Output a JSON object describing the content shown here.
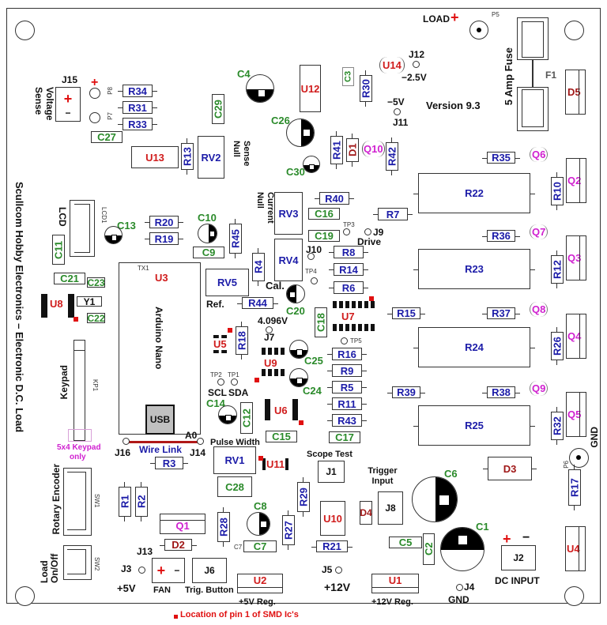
{
  "board": {
    "title_vertical": "Scullcom Hobby Electronics  –  Electronic D.C. Load",
    "version": "Version 9.3",
    "footer_note": "Location of pin 1 of SMD Ic's",
    "colors": {
      "resistor": "#1c1ca8",
      "capacitor": "#2a8a2a",
      "ic": "#d01c1c",
      "transistor": "#d020d0",
      "diode": "#a01818",
      "pin1_marker": "#e01010"
    }
  },
  "labels": {
    "load_plus": "LOAD",
    "plus": "+",
    "minus": "−",
    "p5": "P5",
    "p6": "P6",
    "p7": "P7",
    "p8": "P8",
    "f1": "F1",
    "fuse": "5 Amp Fuse",
    "j12": "J12",
    "v_neg25": "−2.5V",
    "v_neg5": "−5V",
    "j11": "J11",
    "j15": "J15",
    "voltage_sense": "Voltage Sense",
    "sense_null": "Sense Null",
    "current_null": "Current Null",
    "lcd": "LCD",
    "lcd1": "LCD1",
    "tx1": "TX1",
    "arduino": "Arduino Nano",
    "usb": "USB",
    "a0": "A0",
    "j16": "J16",
    "j14": "J14",
    "wire_link": "Wire Link",
    "keypad": "Keypad",
    "kp1": "KP1",
    "keypad_note1": "5x4 Keypad",
    "keypad_note2": "only",
    "rotary": "Rotary Encoder",
    "sw1": "SW1",
    "load_onoff": "Load On/Off",
    "sw2": "SW2",
    "ref": "Ref.",
    "cal": "Cal.",
    "v4096": "4.096V",
    "j7": "J7",
    "tp1": "TP1",
    "tp2": "TP2",
    "tp3": "TP3",
    "tp4": "TP4",
    "tp5": "TP5",
    "scl": "SCL",
    "sda": "SDA",
    "j9": "J9",
    "drive": "Drive",
    "j10": "J10",
    "pulse_width": "Pulse Width",
    "scope_test": "Scope Test",
    "j1": "J1",
    "trigger_input": "Trigger Input",
    "j8": "J8",
    "j13": "J13",
    "j3": "J3",
    "v5": "+5V",
    "fan": "FAN",
    "j6": "J6",
    "trig_button": "Trig. Button",
    "reg5": "+5V Reg.",
    "j5": "J5",
    "v12": "+12V",
    "reg12": "+12V Reg.",
    "j4": "J4",
    "gnd": "GND",
    "j2": "J2",
    "dc_input": "DC  INPUT",
    "c7_small": "C7"
  },
  "resistors": {
    "R34": "R34",
    "R31": "R31",
    "R33": "R33",
    "R13": "R13",
    "R30": "R30",
    "R41": "R41",
    "R42": "R42",
    "R35": "R35",
    "R10": "R10",
    "R20": "R20",
    "R19": "R19",
    "R45": "R45",
    "R4": "R4",
    "R40": "R40",
    "R7": "R7",
    "R8": "R8",
    "R14": "R14",
    "R6": "R6",
    "R44": "R44",
    "R22": "R22",
    "R36": "R36",
    "R23": "R23",
    "R12": "R12",
    "R15": "R15",
    "R37": "R37",
    "R24": "R24",
    "R26": "R26",
    "R18": "R18",
    "R16": "R16",
    "R9": "R9",
    "R5": "R5",
    "R11": "R11",
    "R43": "R43",
    "R39": "R39",
    "R38": "R38",
    "R25": "R25",
    "R32": "R32",
    "R3": "R3",
    "R17": "R17",
    "R1": "R1",
    "R2": "R2",
    "R28": "R28",
    "R27": "R27",
    "R29": "R29",
    "R21": "R21"
  },
  "pots": {
    "RV1": "RV1",
    "RV2": "RV2",
    "RV3": "RV3",
    "RV4": "RV4",
    "RV5": "RV5"
  },
  "capacitors": {
    "C27": "C27",
    "C29": "C29",
    "C4": "C4",
    "C3": "C3",
    "C26": "C26",
    "C30": "C30",
    "C13": "C13",
    "C10": "C10",
    "C16": "C16",
    "C19": "C19",
    "C11": "C11",
    "C9": "C9",
    "C21": "C21",
    "C23": "C23",
    "C22": "C22",
    "C20": "C20",
    "C18": "C18",
    "C25": "C25",
    "C24": "C24",
    "C14": "C14",
    "C12": "C12",
    "C15": "C15",
    "C17": "C17",
    "C6": "C6",
    "C28": "C28",
    "C8": "C8",
    "C7": "C7",
    "C5": "C5",
    "C2": "C2",
    "C1": "C1"
  },
  "ics": {
    "U14": "U14",
    "U12": "U12",
    "U13": "U13",
    "U3": "U3",
    "U8": "U8",
    "U7": "U7",
    "U5": "U5",
    "U9": "U9",
    "U6": "U6",
    "U11": "U11",
    "U10": "U10",
    "U2": "U2",
    "U1": "U1",
    "U4": "U4"
  },
  "transistors": {
    "Q10": "Q10",
    "Q6": "Q6",
    "Q2": "Q2",
    "Q7": "Q7",
    "Q3": "Q3",
    "Q8": "Q8",
    "Q4": "Q4",
    "Q9": "Q9",
    "Q5": "Q5",
    "Q1": "Q1"
  },
  "diodes": {
    "D1": "D1",
    "D5": "D5",
    "D3": "D3",
    "D4": "D4",
    "D2": "D2"
  },
  "misc": {
    "Y1": "Y1"
  }
}
